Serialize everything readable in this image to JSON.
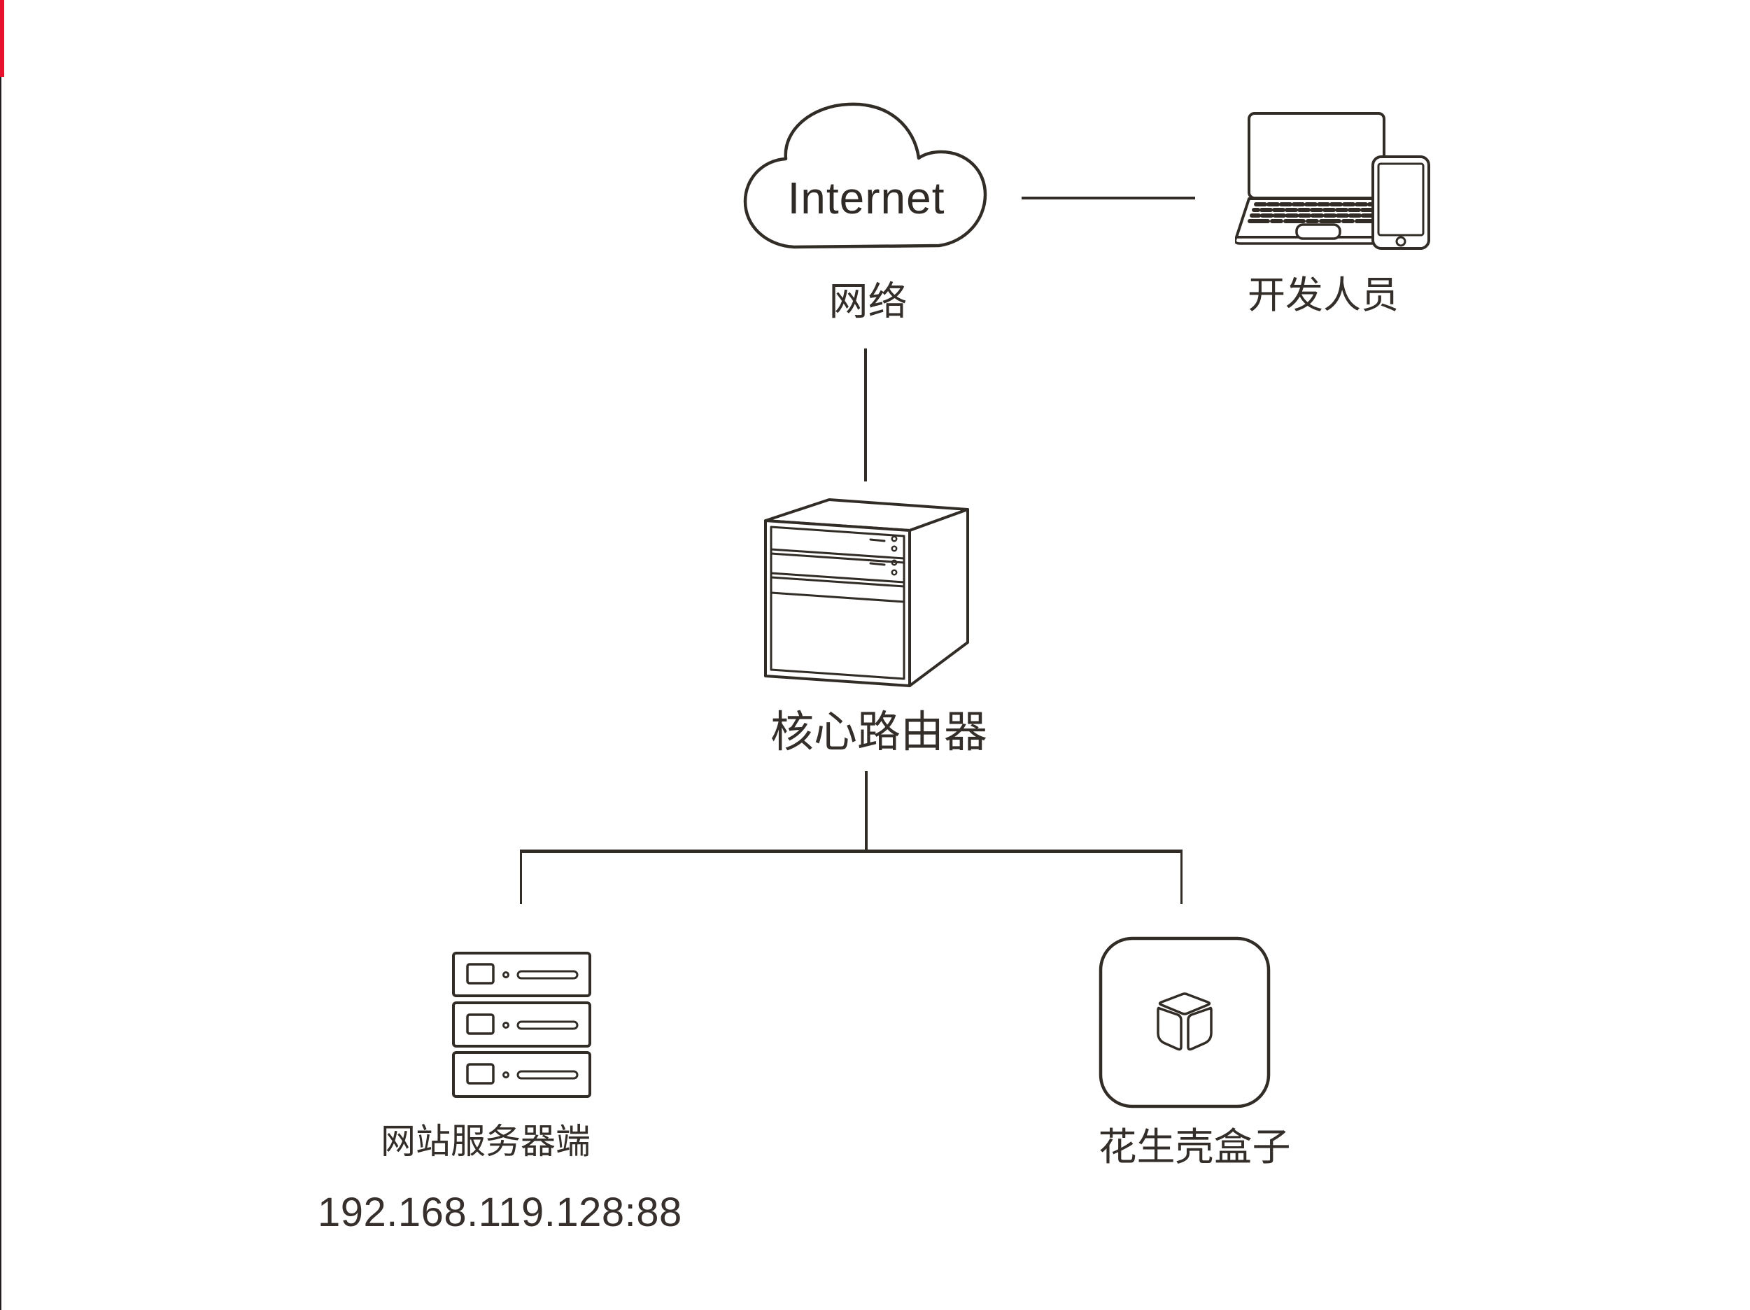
{
  "colors": {
    "background": "#ffffff",
    "stroke": "#322c27",
    "text": "#332e29",
    "left_edge_line": "#231f20",
    "left_edge_marker_red": "#e8112d"
  },
  "nodes": {
    "internet": {
      "title": "Internet",
      "label": "网络"
    },
    "developers": {
      "label": "开发人员"
    },
    "router": {
      "label": "核心路由器"
    },
    "server": {
      "label": "网站服务器端",
      "address": "192.168.119.128:88"
    },
    "peanut_box": {
      "label": "花生壳盒子"
    }
  }
}
